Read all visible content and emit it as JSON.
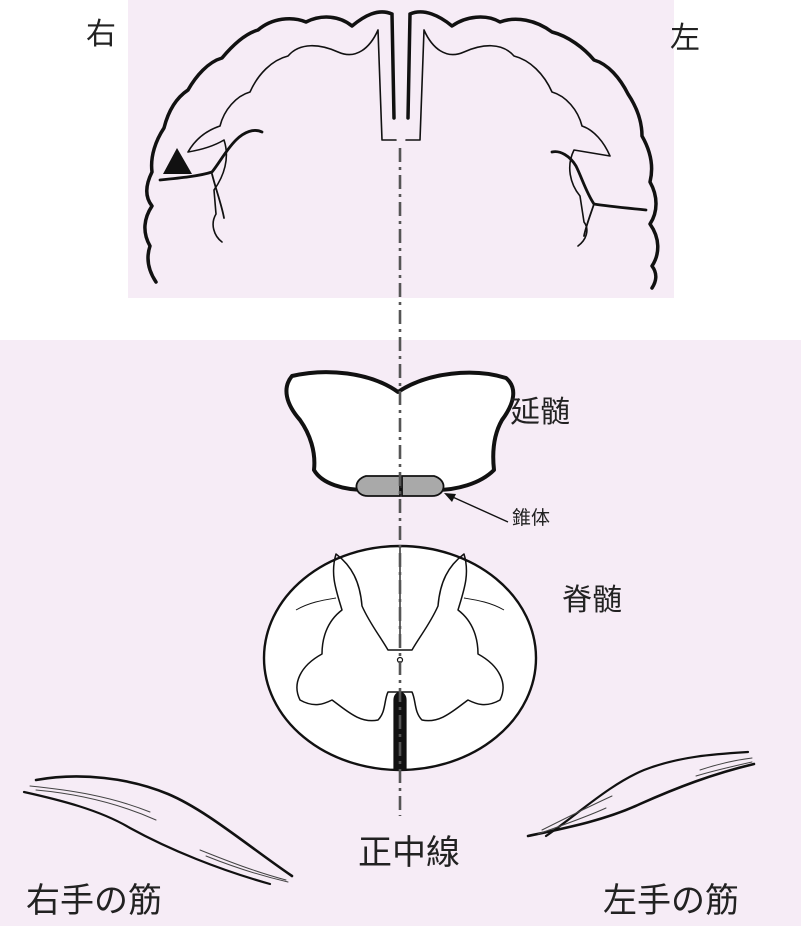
{
  "labels": {
    "right": "右",
    "left": "左",
    "medulla": "延髄",
    "pyramid": "錐体",
    "spinal_cord": "脊髄",
    "midline": "正中線",
    "right_hand_muscle": "右手の筋",
    "left_hand_muscle": "左手の筋"
  },
  "colors": {
    "panel_background": "#f6ecf6",
    "outline": "#111111",
    "midline_dash": "#555555",
    "pyramid_fill": "#a9a9a9"
  }
}
